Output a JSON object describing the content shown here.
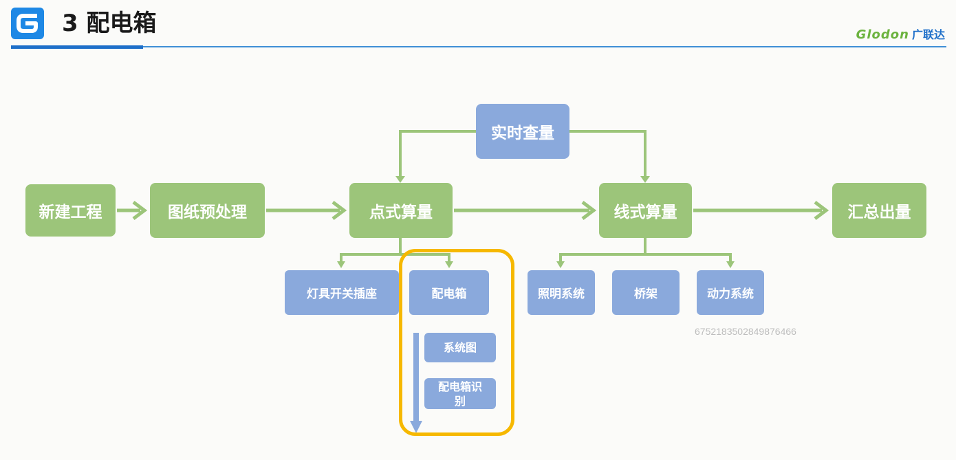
{
  "header": {
    "logo_letter": "G",
    "title": "3 配电箱",
    "brand_en": "Glodon",
    "brand_cn": "广联达"
  },
  "flow": {
    "query": "实时查量",
    "step_new": "新建工程",
    "step_preprocess": "图纸预处理",
    "step_point": "点式算量",
    "step_line": "线式算量",
    "step_summary": "汇总出量"
  },
  "point_children": {
    "lamp_switch_socket": "灯具开关插座",
    "distribution_box": "配电箱"
  },
  "distribution_box_steps": {
    "system_diagram": "系统图",
    "box_identify": "配电箱识别"
  },
  "line_children": {
    "lighting_system": "照明系统",
    "bridge": "桥架",
    "power_system": "动力系统"
  },
  "watermark_id": "6752183502849876466",
  "colors": {
    "green_node": "#9cc57a",
    "blue_node": "#8aa9dc",
    "highlight": "#f6b800",
    "arrow_green": "#9cc57a",
    "arrow_blue": "#8aa9dc"
  }
}
